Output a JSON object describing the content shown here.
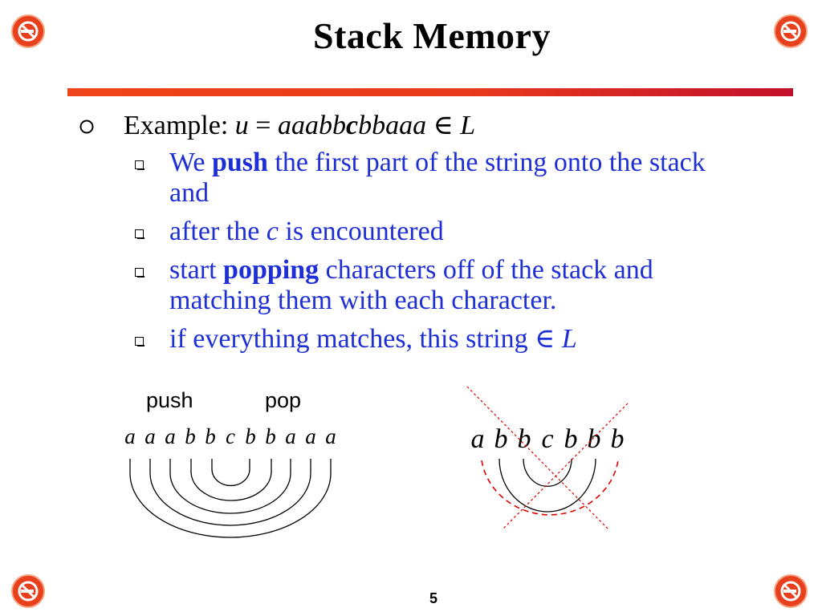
{
  "slide": {
    "title": "Stack Memory",
    "page_number": "5"
  },
  "example": {
    "prefix": "Example: ",
    "var": "u",
    "eq": " = ",
    "str_a": "aaabb",
    "str_c": "c",
    "str_b": "bbaaa",
    "member": " ∈ ",
    "lang": "L"
  },
  "bullets": {
    "b1": {
      "pre": "We ",
      "bold": "push",
      "post": " the first part of the string onto the stack and"
    },
    "b2": {
      "pre": "after the ",
      "ital": "c",
      "post": " is encountered"
    },
    "b3": {
      "pre": "start ",
      "bold": "popping",
      "post": " characters off of the stack and matching them with each character."
    },
    "b4": {
      "pre": "if everything matches, this string ",
      "member": "∈ ",
      "ital": "L"
    }
  },
  "diagram_left": {
    "push_label": "push",
    "pop_label": "pop",
    "symbols": [
      "a",
      "a",
      "a",
      "b",
      "b",
      "c",
      "b",
      "b",
      "a",
      "a",
      "a"
    ]
  },
  "diagram_right": {
    "symbols": [
      "a",
      "b",
      "b",
      "c",
      "b",
      "b",
      "b"
    ]
  },
  "colors": {
    "title": "#000000",
    "bullet_text": "#1e2fd6",
    "rule_start": "#f0441a",
    "rule_end": "#c2102c",
    "cross": "#e00000",
    "corner_icon": "#e8401c"
  },
  "icons": {
    "corner": "no-smoking-icon",
    "level1_bullet": "hollow-circle-bullet-icon",
    "level2_bullet": "checkbox-square-bullet-icon"
  }
}
